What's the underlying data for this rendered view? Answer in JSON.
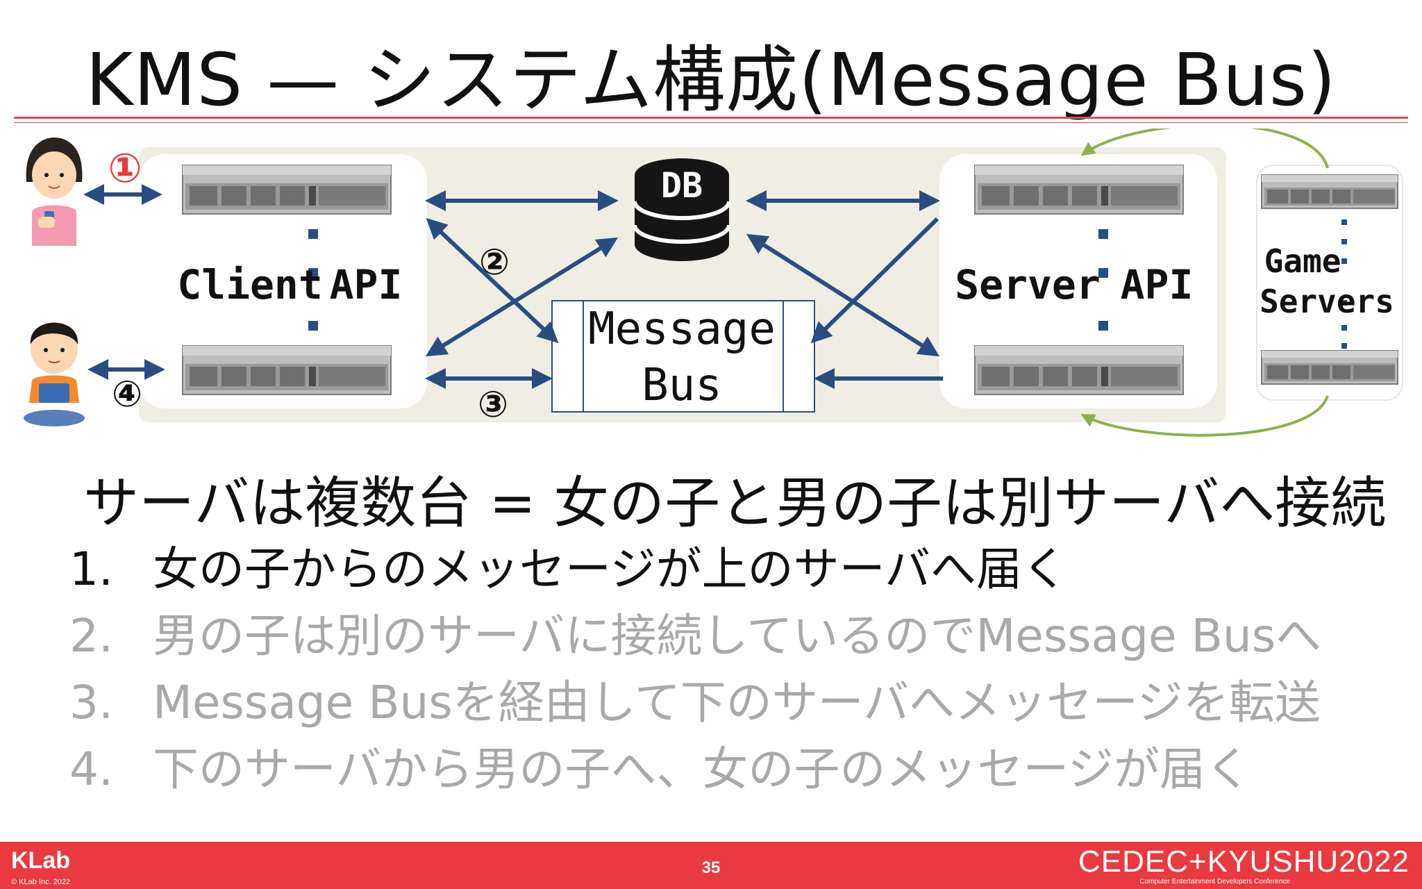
{
  "slide": {
    "title": "KMS — システム構成(Message Bus)",
    "headline": "サーバは複数台 = 女の子と男の子は別サーバへ接続",
    "steps": [
      {
        "num": "1.",
        "text": "女の子からのメッセージが上のサーバへ届く"
      },
      {
        "num": "2.",
        "text": "男の子は別のサーバに接続しているのでMessage Busへ"
      },
      {
        "num": "3.",
        "text": "Message Busを経由して下のサーバへメッセージを転送"
      },
      {
        "num": "4.",
        "text": "下のサーバから男の子へ、女の子のメッセージが届く"
      }
    ]
  },
  "diagram": {
    "db_label": "DB",
    "client_label": "Client",
    "client_api": "API",
    "server_label": "Server",
    "server_api": "API",
    "bus_line1": "Message",
    "bus_line2": "Bus",
    "game_line1": "Game",
    "game_line2": "Servers",
    "markers": [
      "①",
      "②",
      "③",
      "④"
    ]
  },
  "colors": {
    "accent_red": "#e83a40",
    "arrow_blue": "#2a4d80",
    "feedback_green": "#8fb04e",
    "panel_bg": "#f0eee4"
  },
  "footer": {
    "logo": "KLab",
    "copyright": "© KLab Inc. 2022",
    "page": "35",
    "event": "CEDEC+KYUSHU2022",
    "event_sub": "Computer Entertainment Developers Conference"
  }
}
